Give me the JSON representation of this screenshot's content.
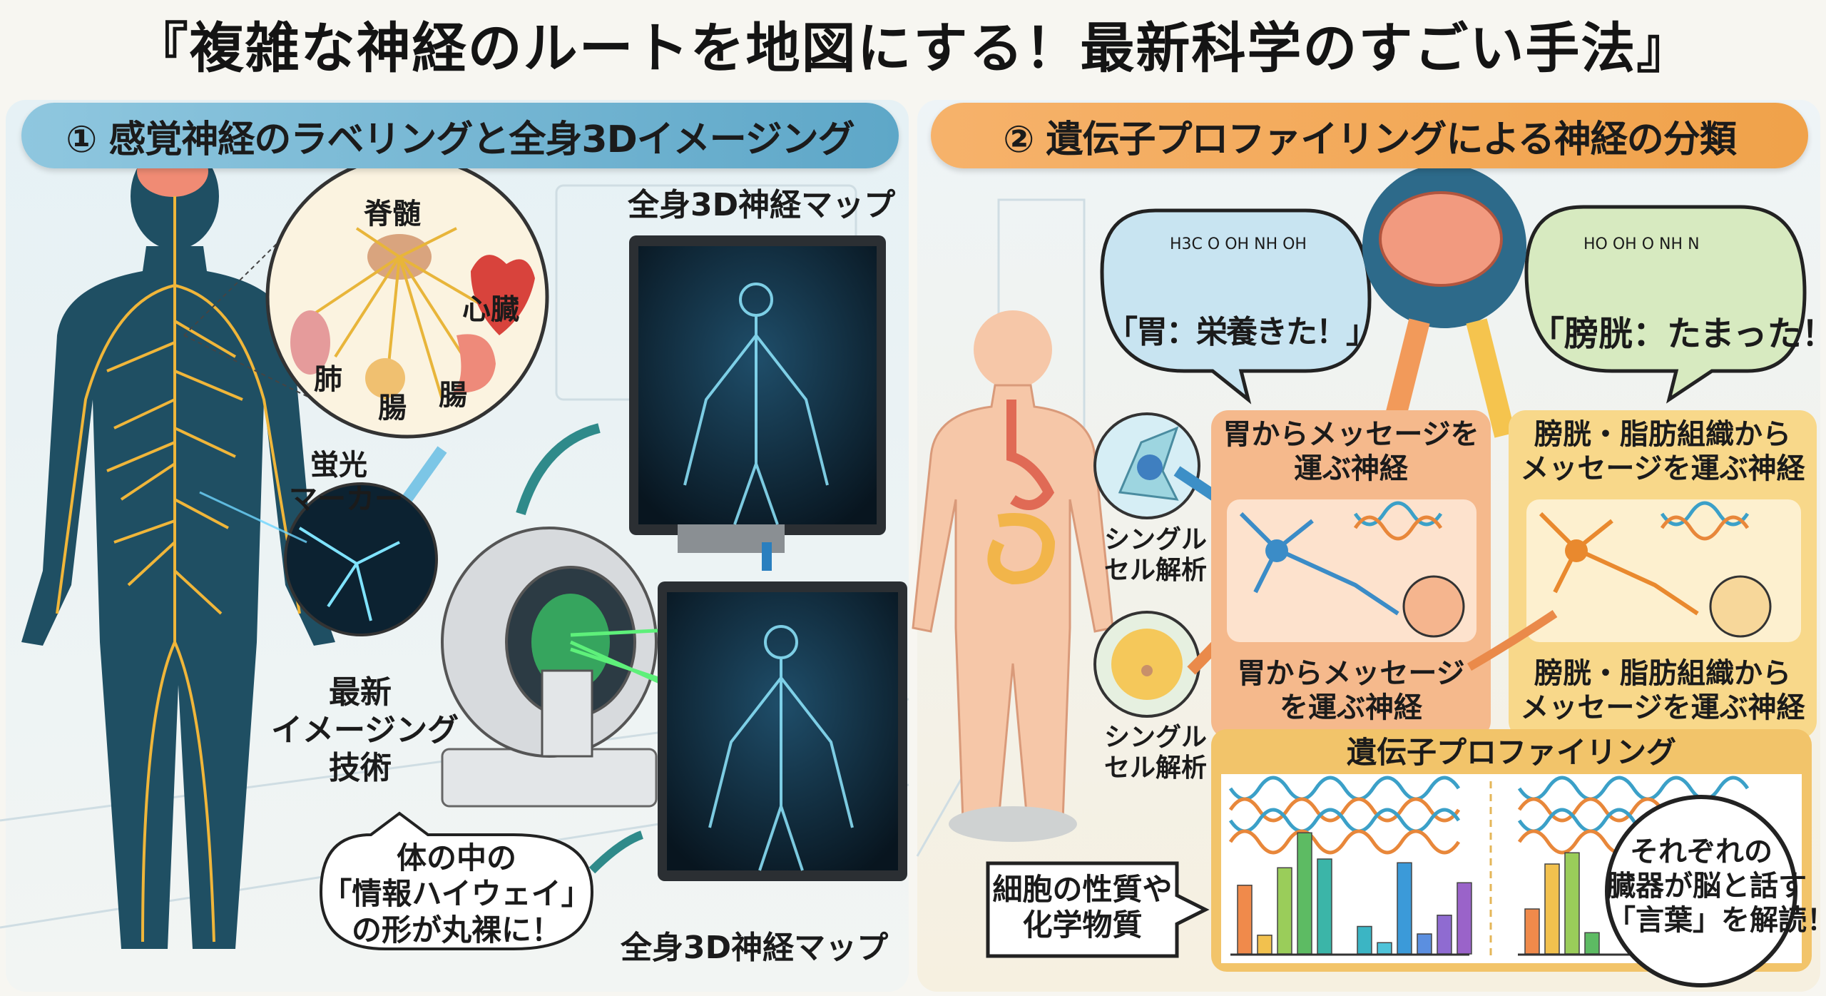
{
  "title": "『複雑な神経のルートを地図にする！最新科学のすごい手法』",
  "panel1": {
    "header": "① 感覚神経のラベリングと全身3Dイメージング",
    "inset_labels": {
      "spinal_cord": "脊髄",
      "heart": "心臓",
      "lung": "肺",
      "intestine1": "腸",
      "intestine2": "腸"
    },
    "marker_label": [
      "蛍光",
      "マーカー"
    ],
    "imaging_label": [
      "最新",
      "イメージング",
      "技術"
    ],
    "monitor_top_label": "全身3D神経マップ",
    "monitor_bottom_label": "全身3D神経マップ",
    "bubble": [
      "体の中の",
      "「情報ハイウェイ」",
      "の形が丸裸に！"
    ]
  },
  "panel2": {
    "header": "② 遺伝子プロファイリングによる神経の分類",
    "bubble_stomach": "「胃：栄養きた！」",
    "bubble_bladder": "「膀胱：たまった！」",
    "molecule_left": {
      "a": "OH",
      "b": "OH",
      "c": "H3C",
      "d": "O",
      "e": "N",
      "f": "H"
    },
    "molecule_right": {
      "a": "O",
      "b": "HO",
      "c": "OH",
      "d": "N",
      "e": "H",
      "f": "N"
    },
    "single_cell_1": [
      "シングル",
      "セル解析"
    ],
    "single_cell_2": [
      "シングル",
      "セル解析"
    ],
    "stomach_box": {
      "title": [
        "胃からメッセージを",
        "運ぶ神経"
      ],
      "caption": [
        "胃からメッセージ",
        "を運ぶ神経"
      ]
    },
    "bladder_box": {
      "title": [
        "膀胱・脂肪組織から",
        "メッセージを運ぶ神経"
      ],
      "caption": [
        "膀胱・脂肪組織から",
        "メッセージを運ぶ神経"
      ]
    },
    "gene_profiling": {
      "title": "遺伝子プロファイリング",
      "left_bars": [
        0.55,
        0.15,
        0.69,
        0.97,
        0.76,
        0,
        0.22,
        0.09,
        0.73,
        0.16,
        0.31,
        0.57
      ],
      "right_bars": [
        0.36,
        0.72,
        0.81,
        0.17
      ],
      "bar_colors": [
        "#f08a4b",
        "#f2c14e",
        "#9acd5a",
        "#5dbb63",
        "#3bb5a8",
        "#fff",
        "#3bb5c4",
        "#4fc3d9",
        "#3b9ad9",
        "#5b8fe0",
        "#8f6bd1",
        "#9a63c9"
      ]
    },
    "callout": [
      "細胞の性質や",
      "化学物質"
    ],
    "conclusion": [
      "それぞれの",
      "臓器が脳と話す",
      "「言葉」を解読！"
    ]
  },
  "colors": {
    "blue_header": "#6fb2d0",
    "orange_header": "#f2a752",
    "nerve": "#f0b63a",
    "body_dark": "#1f4f63"
  }
}
